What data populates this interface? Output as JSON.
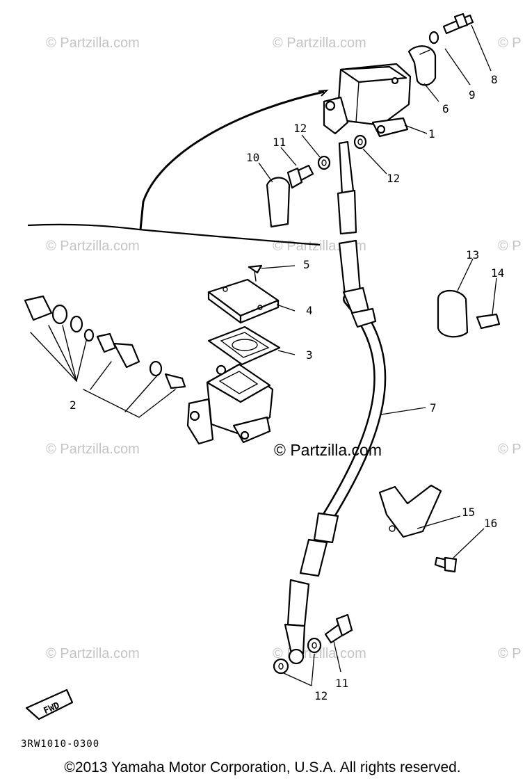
{
  "watermarks": {
    "small": "© Partzilla.com",
    "edge": "© P",
    "main": "© Partzilla.com"
  },
  "callouts": [
    "1",
    "2",
    "3",
    "4",
    "5",
    "6",
    "7",
    "8",
    "9",
    "10",
    "11",
    "12",
    "13",
    "14",
    "15",
    "16"
  ],
  "fwd_label": "FWD",
  "diagram_code": "3RW1010-0300",
  "copyright": "©2013  Yamaha Motor Corporation, U.S.A. All rights reserved."
}
